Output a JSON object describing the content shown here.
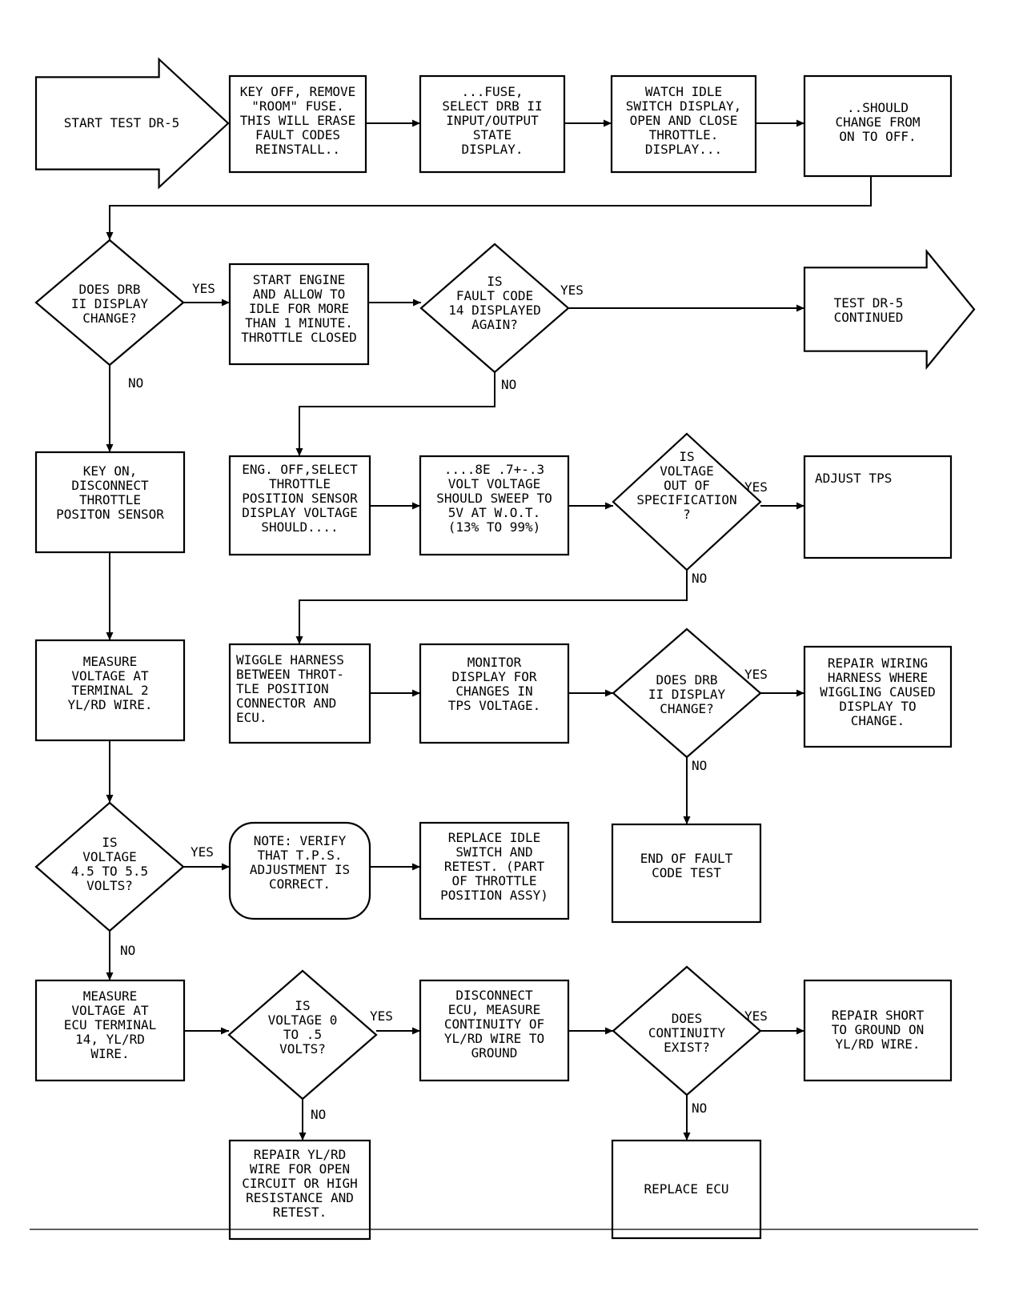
{
  "nodes": {
    "start": [
      "START TEST DR-5"
    ],
    "key_off": [
      "KEY OFF, REMOVE",
      "\"ROOM\" FUSE.",
      "THIS WILL ERASE",
      "FAULT CODES",
      "REINSTALL.."
    ],
    "fuse": [
      "...FUSE,",
      "SELECT DRB II",
      "INPUT/OUTPUT",
      "STATE",
      "DISPLAY."
    ],
    "watch_idle": [
      "WATCH IDLE",
      "SWITCH DISPLAY,",
      "OPEN AND CLOSE",
      "THROTTLE.",
      "DISPLAY..."
    ],
    "should_change": [
      "..SHOULD",
      "CHANGE FROM",
      "ON TO OFF."
    ],
    "d_display_change_1": [
      "DOES DRB",
      "II DISPLAY",
      "CHANGE?"
    ],
    "start_engine": [
      "START ENGINE",
      "AND ALLOW TO",
      "IDLE FOR MORE",
      "THAN 1 MINUTE.",
      "THROTTLE CLOSED"
    ],
    "d_fault_14": [
      "IS",
      "FAULT CODE",
      "14 DISPLAYED",
      "AGAIN?"
    ],
    "test_continued": [
      "TEST DR-5",
      "CONTINUED"
    ],
    "key_on": [
      "KEY ON,",
      "DISCONNECT",
      "THROTTLE",
      "POSITON SENSOR"
    ],
    "eng_off": [
      "ENG. OFF,SELECT",
      "THROTTLE",
      "POSITION SENSOR",
      "DISPLAY VOLTAGE",
      "SHOULD...."
    ],
    "volt_sweep": [
      "....8E .7+-.3",
      "VOLT VOLTAGE",
      "SHOULD SWEEP TO",
      "5V AT W.O.T.",
      "(13% TO 99%)"
    ],
    "d_volt_spec": [
      "IS",
      "VOLTAGE",
      "OUT OF",
      "SPECIFICATION",
      "?"
    ],
    "adjust_tps": [
      "ADJUST TPS"
    ],
    "measure_t2": [
      "MEASURE",
      "VOLTAGE AT",
      "TERMINAL 2",
      "YL/RD WIRE."
    ],
    "wiggle": [
      "WIGGLE HARNESS",
      "BETWEEN THROT-",
      "TLE POSITION",
      "CONNECTOR AND",
      "ECU."
    ],
    "monitor": [
      "MONITOR",
      "DISPLAY FOR",
      "CHANGES IN",
      "TPS VOLTAGE."
    ],
    "d_display_change_2": [
      "DOES DRB",
      "II DISPLAY",
      "CHANGE?"
    ],
    "repair_wiring": [
      "REPAIR WIRING",
      "HARNESS WHERE",
      "WIGGLING CAUSED",
      "DISPLAY TO",
      "CHANGE."
    ],
    "d_volt_45": [
      "IS",
      "VOLTAGE",
      "4.5 TO 5.5",
      "VOLTS?"
    ],
    "note": [
      "NOTE: VERIFY",
      "THAT T.P.S.",
      "ADJUSTMENT IS",
      "CORRECT."
    ],
    "replace_idle": [
      "REPLACE IDLE",
      "SWITCH AND",
      "RETEST. (PART",
      "OF THROTTLE",
      "POSITION ASSY)"
    ],
    "end_test": [
      "END OF FAULT",
      "CODE TEST"
    ],
    "measure_ecu14": [
      "MEASURE",
      "VOLTAGE AT",
      "ECU TERMINAL",
      "14, YL/RD",
      "WIRE."
    ],
    "d_volt_0": [
      "IS",
      "VOLTAGE 0",
      "TO .5",
      "VOLTS?"
    ],
    "disconnect_ecu": [
      "DISCONNECT",
      "ECU, MEASURE",
      "CONTINUITY OF",
      "YL/RD WIRE TO",
      "GROUND"
    ],
    "d_continuity": [
      "DOES",
      "CONTINUITY",
      "EXIST?"
    ],
    "repair_short": [
      "REPAIR SHORT",
      "TO GROUND ON",
      "YL/RD WIRE."
    ],
    "repair_open": [
      "REPAIR YL/RD",
      "WIRE FOR OPEN",
      "CIRCUIT OR HIGH",
      "RESISTANCE AND",
      "RETEST."
    ],
    "replace_ecu": [
      "REPLACE ECU"
    ]
  },
  "labels": {
    "yes": "YES",
    "no": "NO"
  }
}
